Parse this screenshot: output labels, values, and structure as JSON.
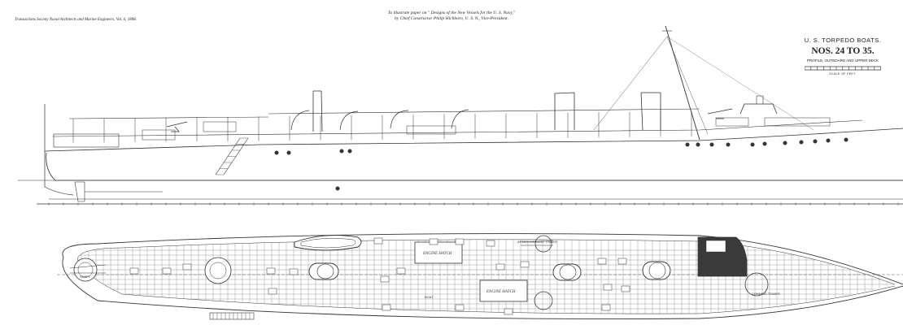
{
  "header": {
    "proceedings": "Transactions Society Naval Architects and Marine Engineers, Vol. 6, 1898.",
    "caption_line1": "To illustrate paper on \" Designs of the New Vessels for the U. S. Navy,\"",
    "caption_line2": "by Chief Constructor Philip Hichborn, U. S. N., Vice-President."
  },
  "title_block": {
    "line1": "U. S. TORPEDO BOATS.",
    "line2": "NOS. 24 TO 35.",
    "line3": "PROFILE, OUTBOARD AND UPPER DECK",
    "scale_label": "SCALE OF FEET."
  },
  "deck_labels": {
    "engine_hatch_1": "ENGINE HATCH",
    "engine_hatch_2": "ENGINE HATCH",
    "boat": "BOAT",
    "conning_tower": "CONNING TOWER",
    "after_conning_tower": "AFTER CONNING TOWER",
    "shaft": "SHAFT"
  },
  "colors": {
    "ink": "#333333",
    "paper": "#ffffff",
    "dark_fill": "#3a3a3a"
  }
}
